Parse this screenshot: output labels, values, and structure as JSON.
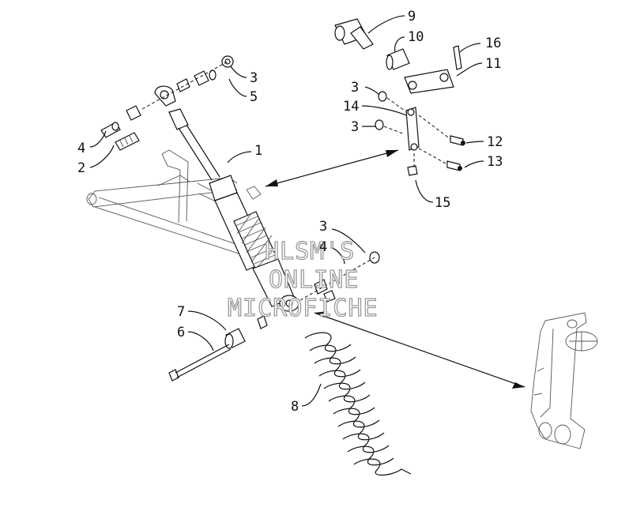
{
  "callouts": {
    "c1": "1",
    "c2": "2",
    "c3a": "3",
    "c3b": "3",
    "c3c": "3",
    "c3d": "3",
    "c4a": "4",
    "c4b": "4",
    "c5": "5",
    "c6": "6",
    "c7": "7",
    "c8": "8",
    "c9": "9",
    "c10": "10",
    "c11": "11",
    "c12": "12",
    "c13": "13",
    "c14": "14",
    "c15": "15",
    "c16": "16"
  },
  "watermark": {
    "line1": "HLSM'S",
    "line2": "ONLINE",
    "line3": "MICROFICHE"
  },
  "colors": {
    "ink": "#111111",
    "watermark_outline": "#9a9a9a",
    "background": "#ffffff"
  }
}
